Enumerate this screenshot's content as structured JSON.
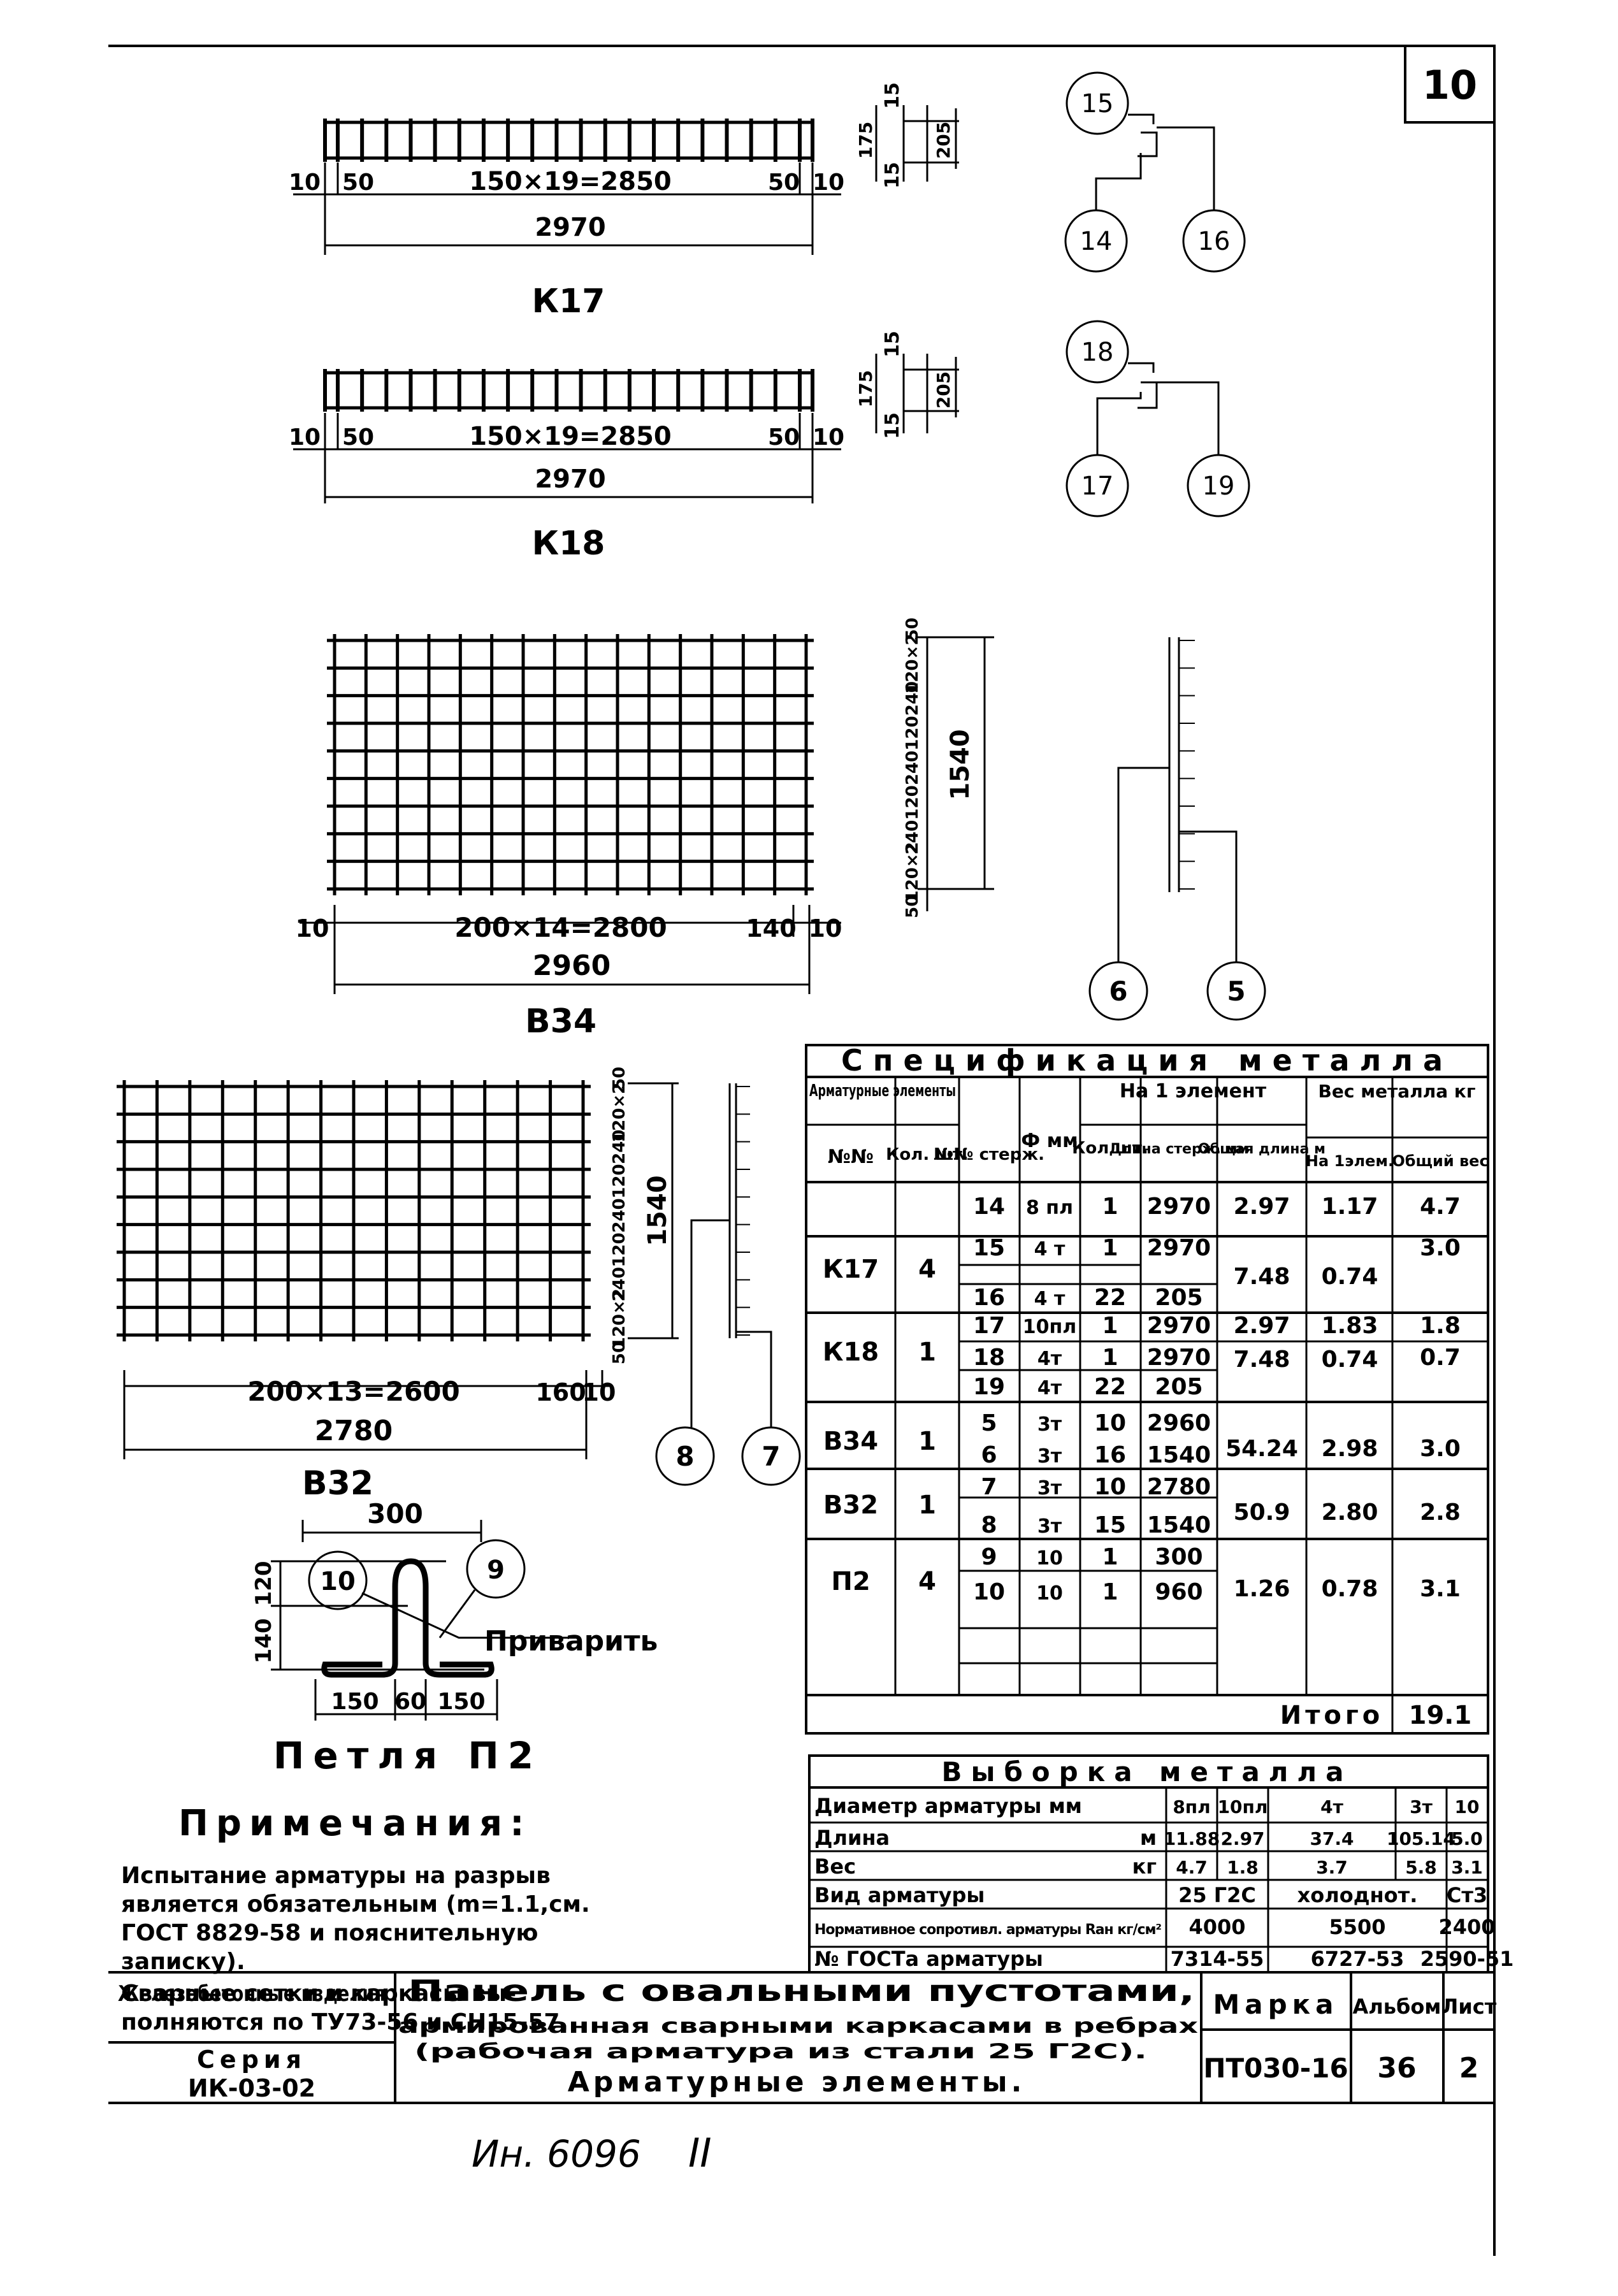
{
  "sheet_number": "10",
  "k17": {
    "name": "К17",
    "dim_left_1": "10",
    "dim_left_2": "50",
    "dim_middle": "150×19=2850",
    "dim_right_1": "50",
    "dim_right_2": "10",
    "total": "2970",
    "sec_top": "15",
    "sec_bottom": "15",
    "sec_175": "175",
    "sec_205": "205",
    "callouts": [
      "15",
      "14",
      "16"
    ]
  },
  "k18": {
    "name": "К18",
    "dim_left_1": "10",
    "dim_left_2": "50",
    "dim_middle": "150×19=2850",
    "dim_right_1": "50",
    "dim_right_2": "10",
    "total": "2970",
    "sec_top": "15",
    "sec_bottom": "15",
    "sec_175": "175",
    "sec_205": "205",
    "callouts": [
      "18",
      "17",
      "19"
    ]
  },
  "b34": {
    "name": "В34",
    "dim_left": "10",
    "dim_middle": "200×14=2800",
    "dim_right_1": "140",
    "dim_right_2": "10",
    "total": "2960",
    "v_dims": [
      "50",
      "120×2",
      "240",
      "120",
      "240",
      "120",
      "240",
      "120×2",
      "50"
    ],
    "height": "1540",
    "callouts": [
      "6",
      "5"
    ]
  },
  "b32": {
    "name": "В32",
    "dim_middle": "200×13=2600",
    "dim_right_1": "160",
    "dim_right_2": "10",
    "total": "2780",
    "v_dims": [
      "50",
      "120×2",
      "240",
      "120",
      "240",
      "120",
      "240",
      "120×2",
      "50"
    ],
    "height": "1540",
    "callouts": [
      "8",
      "7"
    ]
  },
  "loop": {
    "title": "Петля П2",
    "width": "300",
    "dim_120": "120",
    "dim_140": "140",
    "bottom_dims": [
      "150",
      "60",
      "150"
    ],
    "weld_label": "Приварить",
    "callouts": [
      "10",
      "9"
    ]
  },
  "notes": {
    "title": "Примечания:",
    "lines": [
      "Испытание арматуры на разрыв",
      "является обязательным (m=1.1,см.",
      "ГОСТ 8829-58 и пояснительную",
      "записку).",
      "Сварные сетки и каркасы вы-",
      "полняются по ТУ73-56 и СН15-57."
    ]
  },
  "spec_table": {
    "title": "Спецификация металла",
    "headers": {
      "elements": "Арматурные элементы",
      "no": "№№",
      "qty": "Кол. шт.",
      "rod_no": "№№ стерж.",
      "diam": "Ф мм",
      "per_element": "На 1 элемент",
      "count": "Кол шт.",
      "rod_len": "Длина стерж. мм",
      "total_len": "Общая длина м",
      "weight": "Вес металла кг",
      "weight_per": "На 1элем.",
      "weight_total": "Общий вес"
    },
    "groups": [
      {
        "mark": "К17",
        "qty": "4",
        "total_len": "7.48",
        "weight_per": "0.74",
        "rows": [
          {
            "rod": "14",
            "diam": "8 пл",
            "count": "1",
            "len": "2970",
            "total_len": "2.97",
            "weight_per": "1.17",
            "weight_total": "4.7"
          },
          {
            "rod": "15",
            "diam": "4 т",
            "count": "1",
            "len": "2970",
            "weight_total": "3.0"
          },
          {
            "rod": "16",
            "diam": "4 т",
            "count": "22",
            "len": "205"
          }
        ]
      },
      {
        "mark": "К18",
        "qty": "1",
        "total_len": "7.48",
        "weight_per": "0.74",
        "rows": [
          {
            "rod": "17",
            "diam": "10пл",
            "count": "1",
            "len": "2970",
            "total_len": "2.97",
            "weight_per": "1.83",
            "weight_total": "1.8"
          },
          {
            "rod": "18",
            "diam": "4т",
            "count": "1",
            "len": "2970",
            "weight_total": "0.7"
          },
          {
            "rod": "19",
            "diam": "4т",
            "count": "22",
            "len": "205"
          }
        ]
      },
      {
        "mark": "В34",
        "qty": "1",
        "total_len": "54.24",
        "weight_per": "2.98",
        "weight_total": "3.0",
        "rows": [
          {
            "rod": "5",
            "diam": "3т",
            "count": "10",
            "len": "2960"
          },
          {
            "rod": "6",
            "diam": "3т",
            "count": "16",
            "len": "1540"
          }
        ]
      },
      {
        "mark": "В32",
        "qty": "1",
        "total_len": "50.9",
        "weight_per": "2.80",
        "weight_total": "2.8",
        "rows": [
          {
            "rod": "7",
            "diam": "3т",
            "count": "10",
            "len": "2780"
          },
          {
            "rod": "8",
            "diam": "3т",
            "count": "15",
            "len": "1540"
          }
        ]
      },
      {
        "mark": "П2",
        "qty": "4",
        "total_len": "1.26",
        "weight_per": "0.78",
        "weight_total": "3.1",
        "rows": [
          {
            "rod": "9",
            "diam": "10",
            "count": "1",
            "len": "300"
          },
          {
            "rod": "10",
            "diam": "10",
            "count": "1",
            "len": "960"
          }
        ]
      }
    ],
    "total_label": "Итого",
    "total_value": "19.1"
  },
  "selection_table": {
    "title": "Выборка металла",
    "rows": [
      {
        "label": "Диаметр арматуры мм",
        "unit": "",
        "cells": [
          "8пл",
          "10пл",
          "4т",
          "3т",
          "10"
        ]
      },
      {
        "label": "Длина",
        "unit": "м",
        "cells": [
          "11.88",
          "2.97",
          "37.4",
          "105.14",
          "5.0"
        ]
      },
      {
        "label": "Вес",
        "unit": "кг",
        "cells": [
          "4.7",
          "1.8",
          "3.7",
          "5.8",
          "3.1"
        ]
      },
      {
        "label": "Вид арматуры",
        "unit": "",
        "cells": [
          "25 Г2С",
          "холоднот.",
          "Ст3"
        ]
      },
      {
        "label": "Нормативное сопротивл. арматуры Rан кг/см²",
        "unit": "",
        "cells": [
          "4000",
          "5500",
          "2400"
        ]
      },
      {
        "label": "№ ГОСТа арматуры",
        "unit": "",
        "cells": [
          "7314-55",
          "6727-53",
          "2590-51"
        ]
      }
    ]
  },
  "title_block": {
    "category": "Железобетонные изделия",
    "series_label": "Серия",
    "series": "ИК-03-02",
    "title_line1": "Панель с овальными пустотами,",
    "title_line2": "армированная сварными каркасами в ребрах",
    "title_line3": "(рабочая арматура из стали 25 Г2С).",
    "title_line4": "Арматурные элементы.",
    "mark_label": "Марка",
    "mark": "ПТ030-16",
    "album_label": "Альбом",
    "album": "36",
    "sheet_label": "Лист",
    "sheet": "2"
  },
  "inventory": "Ин. 6096",
  "inventory_suffix": "II"
}
